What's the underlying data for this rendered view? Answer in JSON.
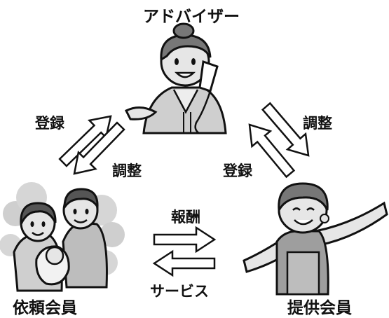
{
  "nodes": {
    "advisor": "アドバイザー",
    "requesting_member": "依頼会員",
    "providing_member": "提供会員"
  },
  "flows": {
    "left_up": "登録",
    "left_down": "調整",
    "right_up": "登録",
    "right_down": "調整",
    "bottom_top": "報酬",
    "bottom_bottom": "サービス"
  },
  "colors": {
    "ink": "#111111",
    "skin": "#e6e6e6",
    "hair": "#555555",
    "cloth": "#bdbdbd",
    "bubble": "#cfcfcf"
  }
}
